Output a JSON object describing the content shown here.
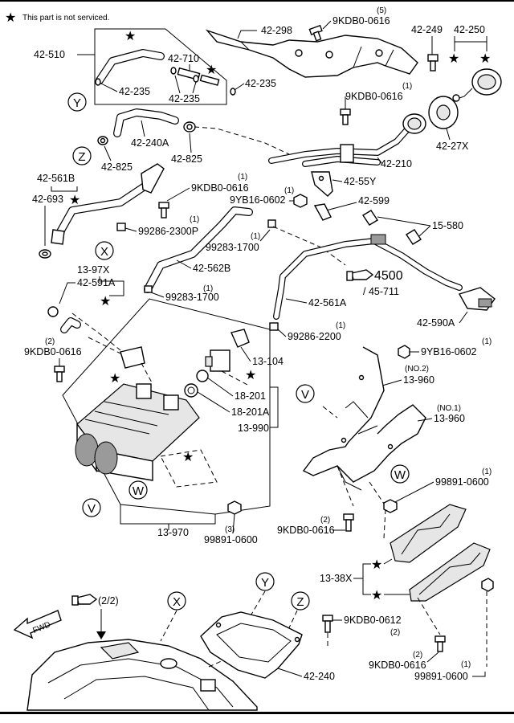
{
  "legend": {
    "note": "This part is not serviced."
  },
  "callouts": {
    "c42_298": "42-298",
    "c9KDB0_0616_top": "9KDB0-0616",
    "q5": "(5)",
    "c42_249": "42-249",
    "c42_250": "42-250",
    "c42_510": "42-510",
    "c42_710": "42-710",
    "c42_235_a": "42-235",
    "c42_235_b": "42-235",
    "c42_235_c": "42-235",
    "c9KDB0_0616_mid": "9KDB0-0616",
    "q1_a": "(1)",
    "c42_240A": "42-240A",
    "c42_825_a": "42-825",
    "c42_825_b": "42-825",
    "c42_27X": "42-27X",
    "c42_210": "42-210",
    "c42_561B": "42-561B",
    "c42_693": "42-693",
    "c9KDB0_0616_b": "9KDB0-0616",
    "q1_b": "(1)",
    "c9YB16_0602": "9YB16-0602",
    "q1_c": "(1)",
    "c42_55Y": "42-55Y",
    "c42_599": "42-599",
    "q1_d": "(1)",
    "c99286_2300P": "99286-2300P",
    "q1_e": "(1)",
    "c99283_1700_a": "99283-1700",
    "c15_580": "15-580",
    "c13_97X": "13-97X",
    "c42_562B": "42-562B",
    "c4500": "4500",
    "c45_711": "/ 45-711",
    "c42_591A": "42-591A",
    "q1_f": "(1)",
    "c99283_1700_b": "99283-1700",
    "c42_561A": "42-561A",
    "c42_590A": "42-590A",
    "q2_a": "(2)",
    "c9KDB0_0616_c": "9KDB0-0616",
    "q1_g": "(1)",
    "c99286_2200": "99286-2200",
    "q1_h": "(1)",
    "c9YB16_0602_b": "9YB16-0602",
    "c13_104": "13-104",
    "no2": "(NO.2)",
    "c13_960_a": "13-960",
    "c18_201": "18-201",
    "c18_201A": "18-201A",
    "no1": "(NO.1)",
    "c13_960_b": "13-960",
    "c13_990": "13-990",
    "q1_i": "(1)",
    "c99891_0600_a": "99891-0600",
    "q2_b": "(2)",
    "c9KDB0_0616_d": "9KDB0-0616",
    "c13_970": "13-970",
    "c99891_0600_b": "99891-0600",
    "q3": "(3)",
    "c13_38X": "13-38X",
    "ref22": "(2/2)",
    "c9KDB0_0612": "9KDB0-0612",
    "q2_c": "(2)",
    "c42_240": "42-240",
    "q2_d": "(2)",
    "c9KDB0_0616_e": "9KDB0-0616",
    "q1_j": "(1)",
    "c99891_0600_c": "99891-0600",
    "fwd": "FWD"
  },
  "zones": {
    "X": "X",
    "Y": "Y",
    "Z": "Z",
    "V": "V",
    "W": "W"
  }
}
